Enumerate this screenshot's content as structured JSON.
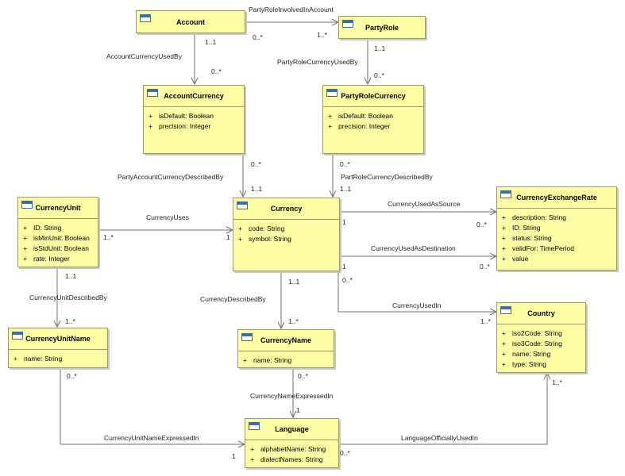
{
  "classes": {
    "account": {
      "name": "Account",
      "attributes": []
    },
    "party_role": {
      "name": "PartyRole",
      "attributes": []
    },
    "account_currency": {
      "name": "AccountCurrency",
      "attributes": [
        {
          "vis": "+",
          "text": "isDefault: Boolean"
        },
        {
          "vis": "+",
          "text": "precision: Integer"
        }
      ]
    },
    "party_role_currency": {
      "name": "PartyRoleCurrency",
      "attributes": [
        {
          "vis": "+",
          "text": "isDefault: Boolean"
        },
        {
          "vis": "+",
          "text": "precision: Integer"
        }
      ]
    },
    "currency_unit": {
      "name": "CurrencyUnit",
      "attributes": [
        {
          "vis": "+",
          "text": "ID: String"
        },
        {
          "vis": "+",
          "text": "isMinUnit: Boolean"
        },
        {
          "vis": "+",
          "text": "isStdUnit: Boolean"
        },
        {
          "vis": "+",
          "text": "rate: Integer"
        }
      ]
    },
    "currency": {
      "name": "Currency",
      "attributes": [
        {
          "vis": "+",
          "text": "code: String"
        },
        {
          "vis": "+",
          "text": "symbol: String"
        }
      ]
    },
    "currency_exchange_rate": {
      "name": "CurrencyExchangeRate",
      "attributes": [
        {
          "vis": "+",
          "text": "description: String"
        },
        {
          "vis": "+",
          "text": "ID: String"
        },
        {
          "vis": "+",
          "text": "status: String"
        },
        {
          "vis": "+",
          "text": "validFor: TimePeriod"
        },
        {
          "vis": "+",
          "text": "value"
        }
      ]
    },
    "currency_unit_name": {
      "name": "CurrencyUnitName",
      "attributes": [
        {
          "vis": "+",
          "text": "name: String"
        }
      ]
    },
    "currency_name": {
      "name": "CurrencyName",
      "attributes": [
        {
          "vis": "+",
          "text": "name: String"
        }
      ]
    },
    "country": {
      "name": "Country",
      "attributes": [
        {
          "vis": "+",
          "text": "iso2Code: String"
        },
        {
          "vis": "+",
          "text": "iso3Code: String"
        },
        {
          "vis": "+",
          "text": "name: String"
        },
        {
          "vis": "+",
          "text": "type: String"
        }
      ]
    },
    "language": {
      "name": "Language",
      "attributes": [
        {
          "vis": "+",
          "text": "alphabetName: String"
        },
        {
          "vis": "+",
          "text": "dialectNames: String"
        }
      ]
    }
  },
  "associations": {
    "party_role_involved_in_account": {
      "name": "PartyRoleInvolvedInAccount",
      "mult_a": "0..*",
      "mult_b": "1..*"
    },
    "account_currency_used_by": {
      "name": "AccountCurrencyUsedBy",
      "mult_a": "1..1",
      "mult_b": "0..*"
    },
    "party_role_currency_used_by": {
      "name": "PartyRoleCurrencyUsedBy",
      "mult_a": "1..1",
      "mult_b": "0..*"
    },
    "party_account_currency_described_by": {
      "name": "PartyAccountCurrencyDescribedBy",
      "mult_a": "0..*",
      "mult_b": "1..1"
    },
    "part_role_currency_described_by": {
      "name": "PartRoleCurrencyDescribedBy",
      "mult_a": "0..*",
      "mult_b": "1..1"
    },
    "currency_uses": {
      "name": "CurrencyUses",
      "mult_a": "1..*",
      "mult_b": "1"
    },
    "currency_used_as_source": {
      "name": "CurrencyUsedAsSource",
      "mult_a": "1",
      "mult_b": "0..*"
    },
    "currency_used_as_destination": {
      "name": "CurrencyUsedAsDestination",
      "mult_a": "1",
      "mult_b": "0..*"
    },
    "currency_used_in": {
      "name": "CurrencyUsedIn",
      "mult_a": "0..*",
      "mult_b": "1..*"
    },
    "currency_unit_described_by": {
      "name": "CurrencyUnitDescribedBy",
      "mult_a": "1..1",
      "mult_b": "1..*"
    },
    "currency_described_by": {
      "name": "CurrencyDescribedBy",
      "mult_a": "1..1",
      "mult_b": "1..*"
    },
    "currency_name_expressed_in": {
      "name": "CurrencyNameExpressedIn",
      "mult_a": "0..*",
      "mult_b": "1"
    },
    "currency_unit_name_expressed_in": {
      "name": "CurrencyUnitNameExpressedIn",
      "mult_a": "0..*",
      "mult_b": "1"
    },
    "language_officially_used_in": {
      "name": "LanguageOfficiallyUsedIn",
      "mult_a": "1..*",
      "mult_b": "0..*"
    }
  },
  "colors": {
    "class_fill": "#fdfda3",
    "class_border": "#9c9c5a",
    "line": "#707070",
    "icon": "#3a6ea8"
  }
}
